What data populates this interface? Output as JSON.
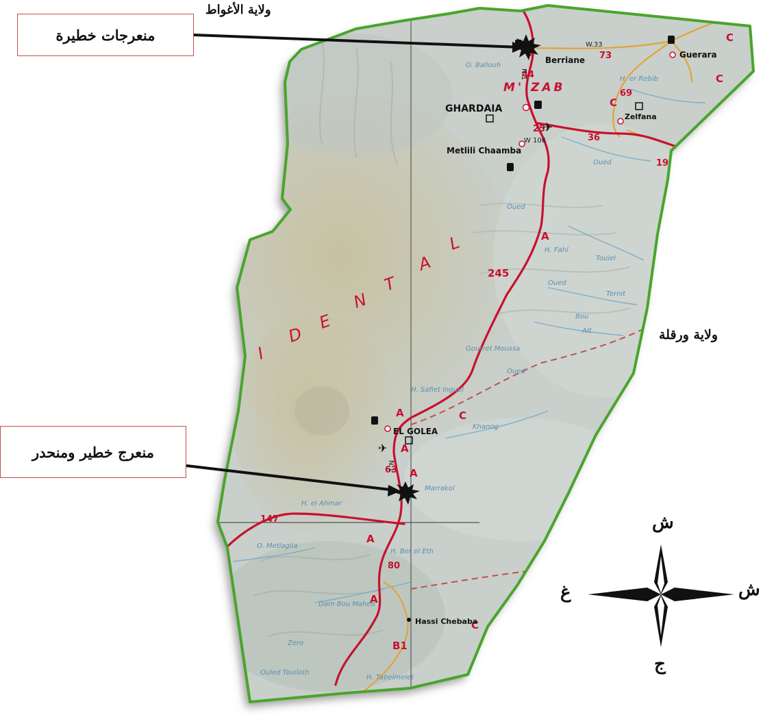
{
  "callouts": {
    "top": "منعرجات  خطيرة",
    "bottom": "منعرج خطير ومنحدر"
  },
  "regions": {
    "north": "ولاية الأغواط",
    "east": "ولاية ورقلة"
  },
  "compass": {
    "north": "ش",
    "south": "ج",
    "west": "غ",
    "east": "ش"
  },
  "towns": {
    "berriane": "Berriane",
    "guerara": "Guerara",
    "ghardaia": "GHARDAIA",
    "zelfana": "Zelfana",
    "metlili": "Metlili Chaamba",
    "el_golea": "EL GOLEA",
    "hassi_chebaba": "Hassi Chebaba"
  },
  "map_labels": {
    "mzab": "M' ZAB",
    "dune_letters": [
      "I",
      "D",
      "E",
      "N",
      "T",
      "A",
      "L"
    ],
    "place_names": [
      "H. Safiet Inguel",
      "Gourret Moussa",
      "Khanog",
      "Marrakol",
      "H. el Ahmar",
      "H. Ber el Eth",
      "Dam Bou Mahed",
      "O. Metlaglia",
      "Zero",
      "Ouled Touiloth",
      "H. Tabelmelet",
      "Oued",
      "Oued",
      "Oued",
      "Ternit",
      "Bou",
      "Alt",
      "H. Fahl",
      "Touiel",
      "O. Ballouh",
      "Oued",
      "H. er Rebib"
    ],
    "road_numbers": [
      "44",
      "73",
      "69",
      "25",
      "36",
      "19",
      "245",
      "63",
      "80",
      "147"
    ],
    "road_codes": [
      "W.33",
      "N.1",
      "W 106",
      "N.1"
    ],
    "route_letters": [
      "A",
      "A",
      "A",
      "A",
      "A",
      "A",
      "C",
      "C",
      "C",
      "C",
      "C",
      "B1"
    ]
  },
  "colors": {
    "border": "#49a52c",
    "main_road": "#c8102e",
    "secondary_road": "#e0a43a",
    "callout_border": "#c0504d",
    "terrain": "#c9cfca",
    "dune": "#bdb89c"
  },
  "markers": [
    "danger-burst-berriane",
    "danger-burst-el-golea"
  ]
}
